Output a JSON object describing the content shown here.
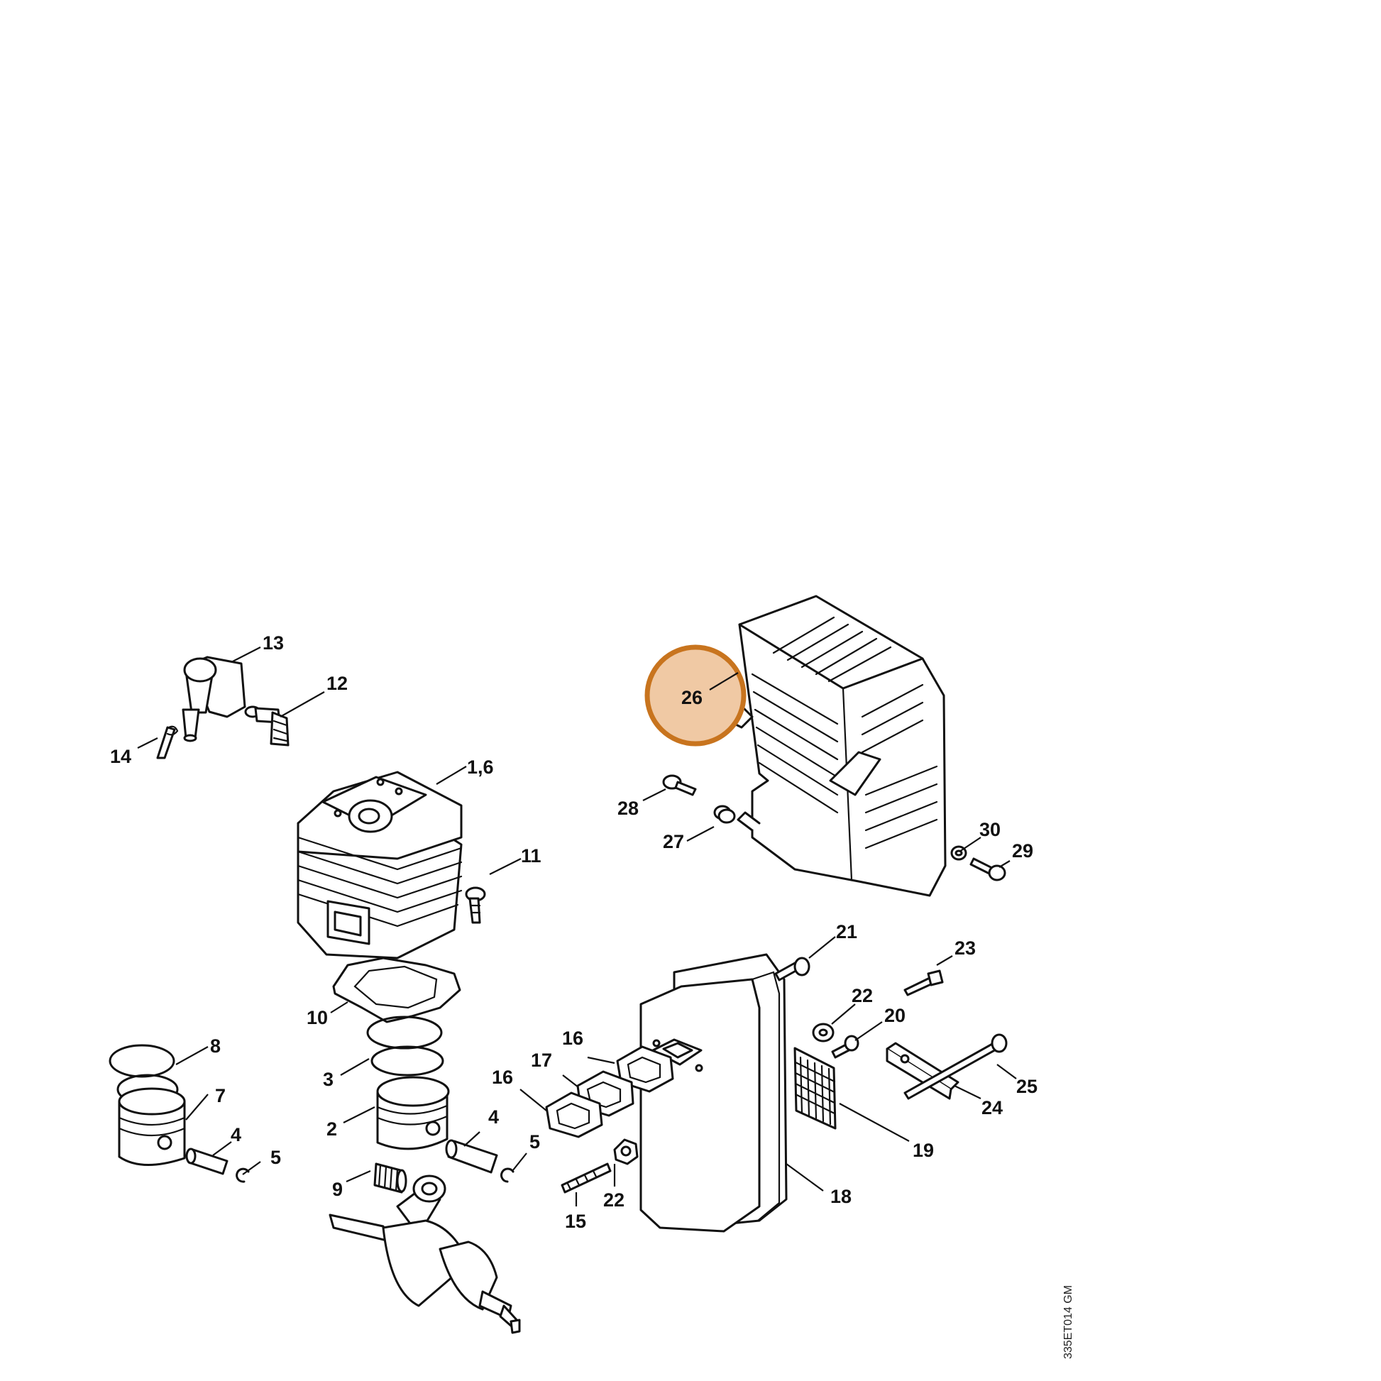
{
  "highlight": {
    "label": "26",
    "ring_color": "#c8741e",
    "fill_color": "#f0c9a4",
    "text_color": "#4a2e10"
  },
  "callouts": {
    "c13": "13",
    "c12": "12",
    "c14": "14",
    "c16_top": "1,6",
    "c11": "11",
    "c10": "10",
    "c8": "8",
    "c7": "7",
    "c4_left": "4",
    "c5_left": "5",
    "c3": "3",
    "c2": "2",
    "c9": "9",
    "c4_mid": "4",
    "c5_mid": "5",
    "c16_a": "16",
    "c17": "17",
    "c16_b": "16",
    "c15": "15",
    "c22_low": "22",
    "c28": "28",
    "c27": "27",
    "c30": "30",
    "c29": "29",
    "c21": "21",
    "c23": "23",
    "c22_up": "22",
    "c20": "20",
    "c25": "25",
    "c24": "24",
    "c19": "19",
    "c18": "18"
  },
  "drawing_code": "335ET014 GM",
  "icons": [
    "spark-plug-boot",
    "spark-plug",
    "cylinder",
    "piston",
    "crankshaft",
    "muffler",
    "muffler-shroud",
    "gasket",
    "screw"
  ]
}
